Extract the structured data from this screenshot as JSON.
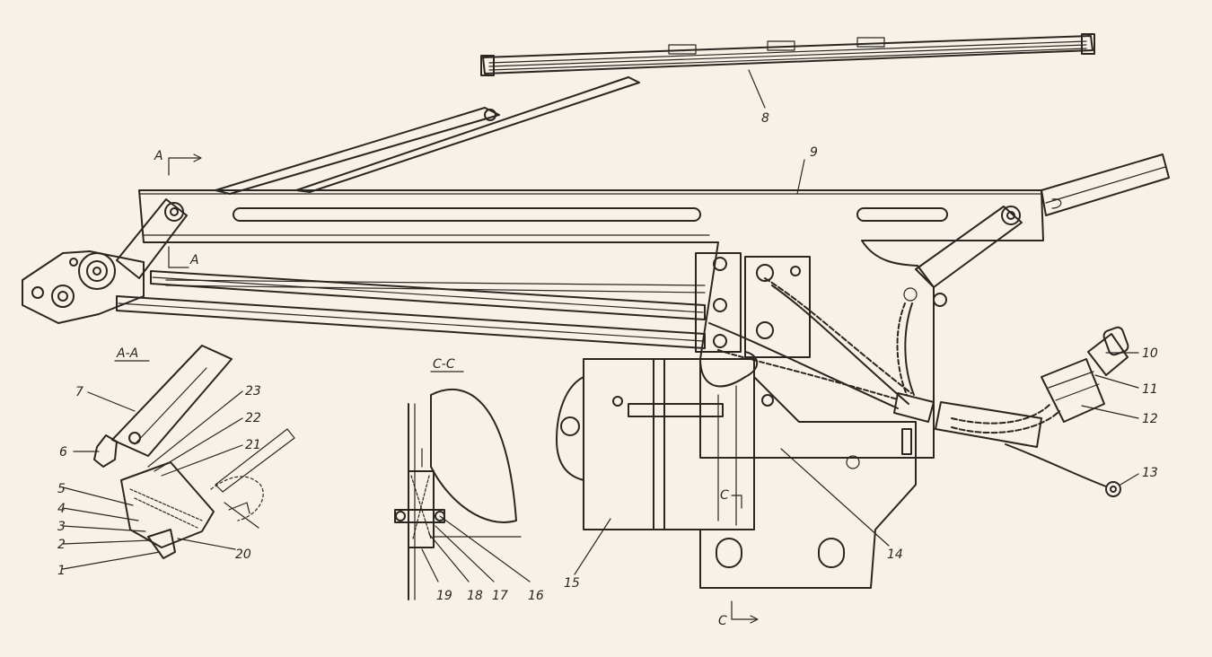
{
  "figure": {
    "section_marks": {
      "a_top": "A",
      "a_low": "A",
      "aa_title": "А-А",
      "cc_title": "С-С",
      "c_upper": "С",
      "c_lower": "С"
    },
    "part_numbers": [
      "1",
      "2",
      "3",
      "4",
      "5",
      "6",
      "7",
      "8",
      "9",
      "10",
      "11",
      "12",
      "13",
      "14",
      "15",
      "16",
      "17",
      "18",
      "19",
      "20",
      "21",
      "22",
      "23"
    ]
  }
}
